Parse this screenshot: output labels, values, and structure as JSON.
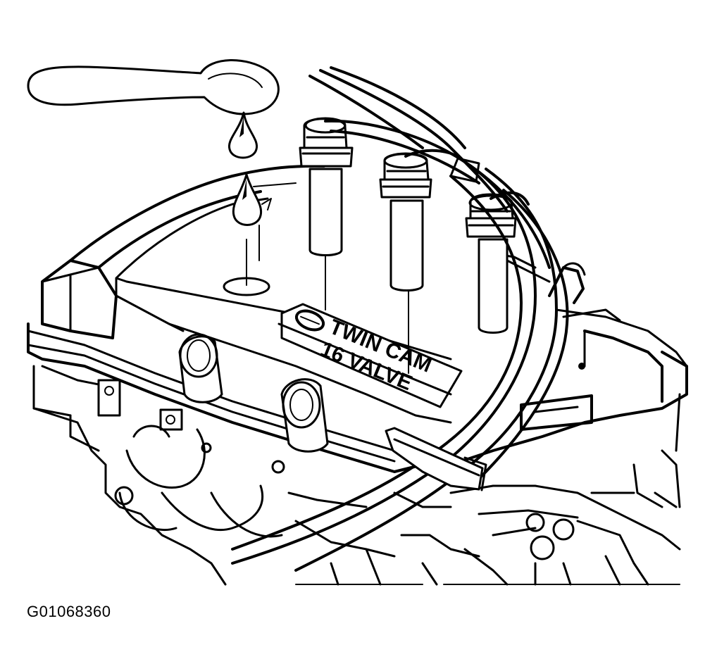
{
  "figure": {
    "id": "G01068360"
  },
  "cover_badge": {
    "line1": "TWIN CAM",
    "line2": "16 VALVE"
  }
}
